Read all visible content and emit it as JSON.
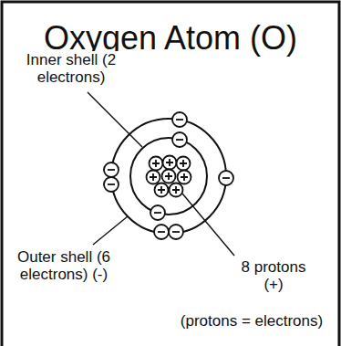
{
  "diagram": {
    "title": "Oxygen Atom (O)",
    "labels": [
      "Inner shell (2 electrons)",
      "Outer shell (6 electrons) (-)",
      "8 protons (+)",
      "(protons = electrons)"
    ]
  }
}
